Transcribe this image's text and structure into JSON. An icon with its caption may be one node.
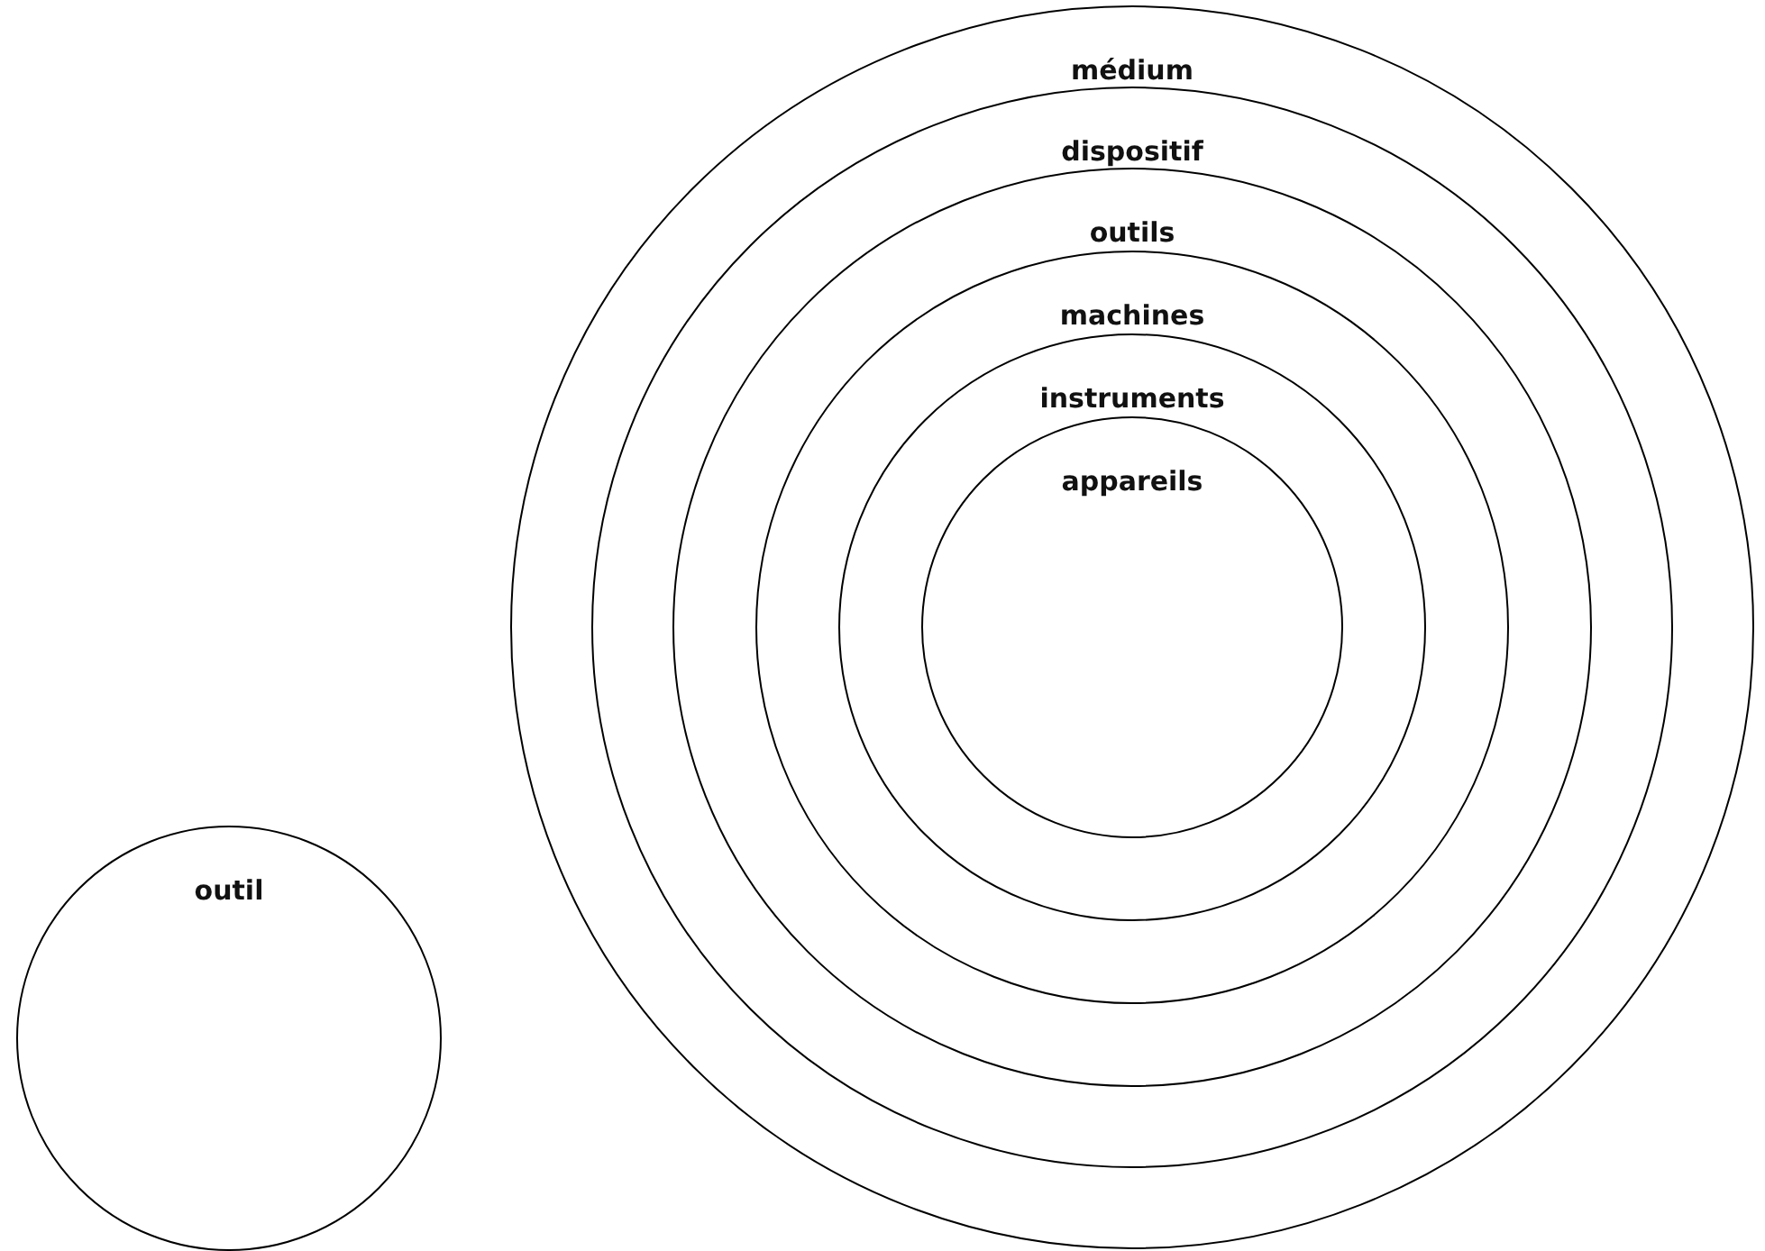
{
  "diagram": {
    "nodes": [
      {
        "text": [
          "médium"
        ]
      },
      {
        "text": [
          "dispositif"
        ],
        "in": 0
      },
      {
        "text": [
          "outils"
        ],
        "in": 1
      },
      {
        "text": [
          "machines"
        ],
        "in": 2
      },
      {
        "text": [
          "instruments"
        ],
        "in": 3
      },
      {
        "text": [
          "appareils"
        ],
        "in": 4
      },
      {
        "text": [
          "outil"
        ]
      }
    ]
  }
}
